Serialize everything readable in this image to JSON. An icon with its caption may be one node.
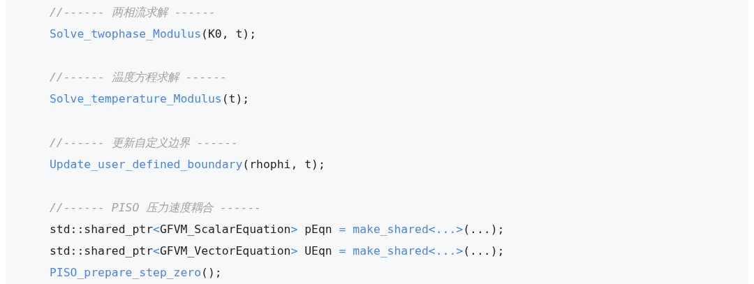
{
  "diagram": {
    "labels": [
      "//------ 两相流求解 ------",
      "Solve_twophase_Modulus(K0, t);",
      "//------ 温度方程求解 ------",
      "Solve_temperature_Modulus(t);",
      "//------ 更新自定义边界 ------",
      "Update_user_defined_boundary(rhophi, t);",
      "//------ PISO 压力速度耦合 ------",
      "std::shared_ptr<GFVM_ScalarEquation> pEqn = make_shared<...>(...);",
      "std::shared_ptr<GFVM_VectorEquation> UEqn = make_shared<...>(...);",
      "PISO_prepare_step_zero();"
    ]
  }
}
